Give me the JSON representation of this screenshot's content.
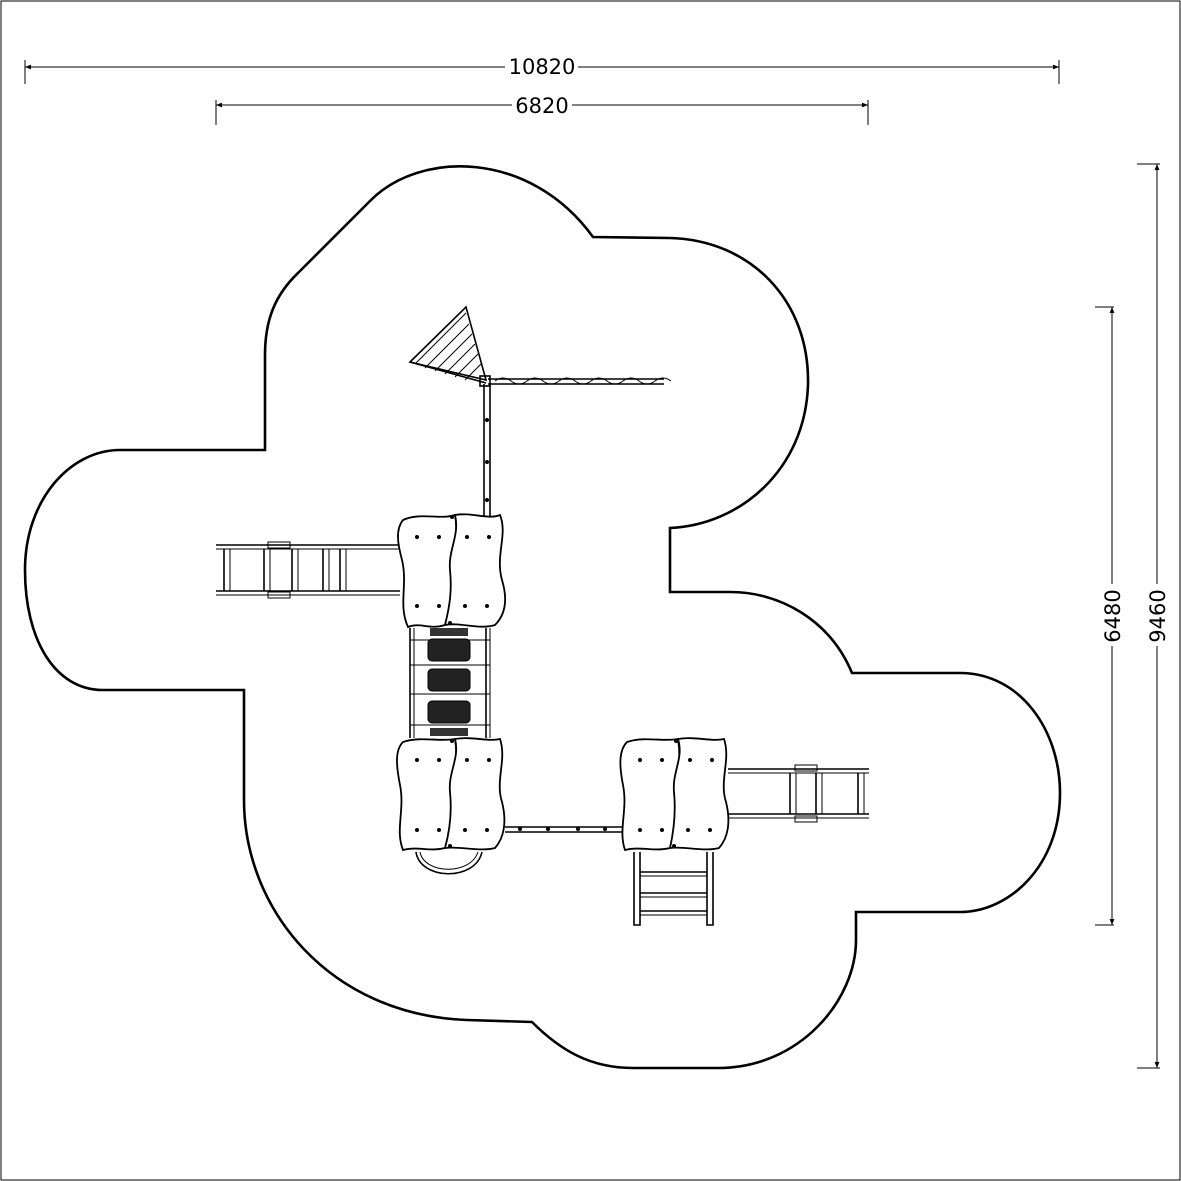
{
  "dimensions": {
    "overall_width": "10820",
    "structure_width": "6820",
    "structure_depth": "6480",
    "overall_depth": "9460"
  },
  "colors": {
    "line": "#000000",
    "background": "#ffffff"
  }
}
